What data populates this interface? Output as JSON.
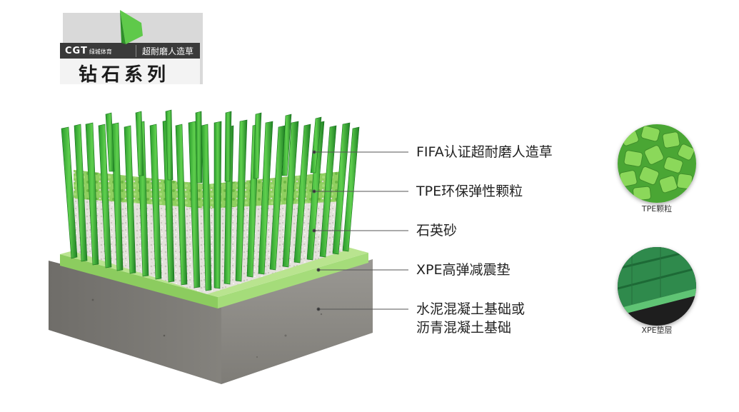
{
  "badge": {
    "brand": "CGT",
    "brand_sub": "绿城体育",
    "subtitle": "超耐磨人造草",
    "title": "钻石系列"
  },
  "layers": [
    {
      "label": "FIFA认证超耐磨人造草"
    },
    {
      "label": "TPE环保弹性颗粒"
    },
    {
      "label": "石英砂"
    },
    {
      "label": "XPE高弹减震垫"
    },
    {
      "label": "水泥混凝土基础或"
    },
    {
      "label": "沥青混凝土基础"
    }
  ],
  "insets": [
    {
      "caption": "TPE颗粒",
      "icon": "tpe-granules"
    },
    {
      "caption": "XPE垫层",
      "icon": "xpe-pad"
    }
  ],
  "colors": {
    "grass": "#3cb83a",
    "grass_dark": "#1f8a24",
    "pad": "#9bd66e",
    "concrete": "#8d8b86",
    "badge_dark": "#3a3a3a"
  }
}
